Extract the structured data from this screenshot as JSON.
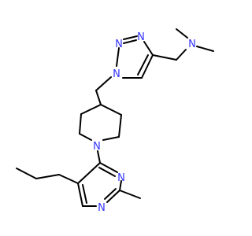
{
  "molecule": {
    "atoms": {
      "nme2_n": "N",
      "triazole_n1": "N",
      "triazole_n2": "N",
      "triazole_n3": "N",
      "piperidine_n": "N",
      "pyrimidine_n_right": "N",
      "pyrimidine_n_bottom": "N"
    }
  },
  "colors": {
    "nitrogen": "#3333ff",
    "bond": "#000000",
    "background": "#ffffff"
  }
}
